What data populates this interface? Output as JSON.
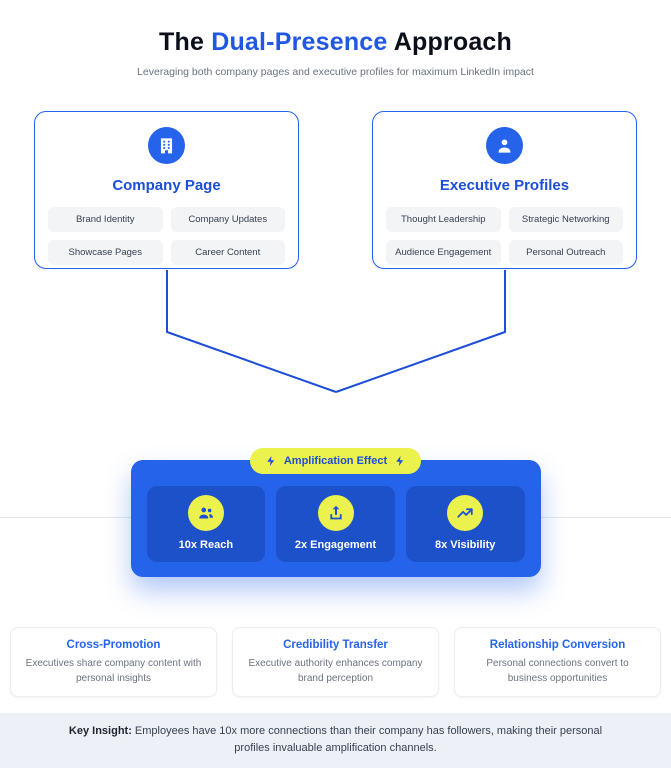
{
  "header": {
    "title_prefix": "The ",
    "title_highlight": "Dual-Presence",
    "title_suffix": " Approach",
    "subtitle": "Leveraging both company pages and executive profiles for maximum LinkedIn impact"
  },
  "cards": [
    {
      "title": "Company Page",
      "icon": "building-icon",
      "tags": [
        "Brand Identity",
        "Company Updates",
        "Showcase Pages",
        "Career Content"
      ]
    },
    {
      "title": "Executive Profiles",
      "icon": "person-icon",
      "tags": [
        "Thought Leadership",
        "Strategic Networking",
        "Audience Engagement",
        "Personal Outreach"
      ]
    }
  ],
  "amplification": {
    "badge_label": "Amplification Effect",
    "badge_icon": "lightning-icon",
    "items": [
      {
        "label": "10x Reach",
        "icon": "people-icon"
      },
      {
        "label": "2x Engagement",
        "icon": "upload-icon"
      },
      {
        "label": "8x Visibility",
        "icon": "trend-up-icon"
      }
    ]
  },
  "benefits": [
    {
      "title": "Cross-Promotion",
      "description": "Executives share company content with personal insights"
    },
    {
      "title": "Credibility Transfer",
      "description": "Executive authority enhances company brand perception"
    },
    {
      "title": "Relationship Conversion",
      "description": "Personal connections convert to business opportunities"
    }
  ],
  "key_insight": {
    "label": "Key Insight:",
    "text": " Employees have 10x more connections than their company has followers, making their personal profiles invaluable amplification channels."
  },
  "colors": {
    "accent_blue": "#2563eb",
    "dark_blue": "#1d4ed8",
    "highlight_yellow": "#ecf24d"
  }
}
